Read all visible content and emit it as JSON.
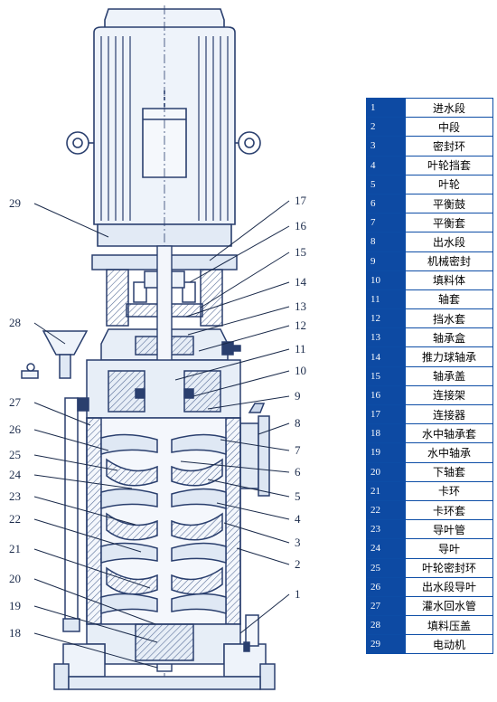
{
  "colors": {
    "line": "#2a3f6e",
    "fill": "#e7eef7",
    "hatch": "#5a6f99",
    "header": "#0d4aa3"
  },
  "parts": [
    {
      "no": "1",
      "name": "进水段"
    },
    {
      "no": "2",
      "name": "中段"
    },
    {
      "no": "3",
      "name": "密封环"
    },
    {
      "no": "4",
      "name": "叶轮挡套"
    },
    {
      "no": "5",
      "name": "叶轮"
    },
    {
      "no": "6",
      "name": "平衡鼓"
    },
    {
      "no": "7",
      "name": "平衡套"
    },
    {
      "no": "8",
      "name": "出水段"
    },
    {
      "no": "9",
      "name": "机械密封"
    },
    {
      "no": "10",
      "name": "填料体"
    },
    {
      "no": "11",
      "name": "轴套"
    },
    {
      "no": "12",
      "name": "挡水套"
    },
    {
      "no": "13",
      "name": "轴承盒"
    },
    {
      "no": "14",
      "name": "推力球轴承"
    },
    {
      "no": "15",
      "name": "轴承盖"
    },
    {
      "no": "16",
      "name": "连接架"
    },
    {
      "no": "17",
      "name": "连接器"
    },
    {
      "no": "18",
      "name": "水中轴承套"
    },
    {
      "no": "19",
      "name": "水中轴承"
    },
    {
      "no": "20",
      "name": "下轴套"
    },
    {
      "no": "21",
      "name": "卡环"
    },
    {
      "no": "22",
      "name": "卡环套"
    },
    {
      "no": "23",
      "name": "导叶管"
    },
    {
      "no": "24",
      "name": "导叶"
    },
    {
      "no": "25",
      "name": "叶轮密封环"
    },
    {
      "no": "26",
      "name": "出水段导叶"
    },
    {
      "no": "27",
      "name": "灌水回水管"
    },
    {
      "no": "28",
      "name": "填料压盖"
    },
    {
      "no": "29",
      "name": "电动机"
    }
  ],
  "callouts_right": [
    "17",
    "16",
    "15",
    "14",
    "13",
    "12",
    "11",
    "10",
    "9",
    "8",
    "7",
    "6",
    "5",
    "4",
    "3",
    "2",
    "1"
  ],
  "callouts_left": [
    "29",
    "28",
    "27",
    "26",
    "25",
    "24",
    "23",
    "22",
    "21",
    "20",
    "19",
    "18"
  ]
}
